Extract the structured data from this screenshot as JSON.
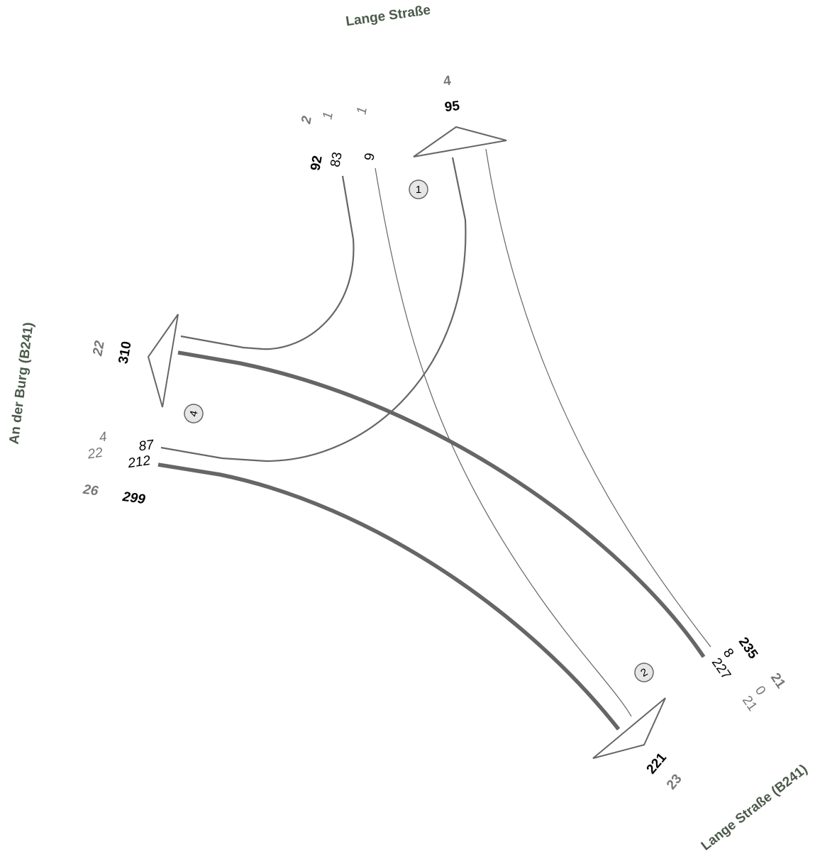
{
  "colors": {
    "street": "#4a5a4a",
    "line": "#666666",
    "text": "#000000",
    "secondary": "#777777",
    "node_fill": "#e6e6e6"
  },
  "streets": {
    "north": "Lange Straße",
    "west": "An der Burg (B241)",
    "southeast": "Lange Straße (B241)"
  },
  "nodes": [
    "1",
    "2",
    "4"
  ],
  "north_arm": {
    "in_heavy": "4",
    "in_total": "95",
    "out_total": "92",
    "out_heavy": "2",
    "to_west_volume": "83",
    "to_west_heavy": "1",
    "to_southeast_volume": "9",
    "to_southeast_heavy": "1"
  },
  "west_arm": {
    "in_heavy": "22",
    "in_total": "310",
    "to_north_volume": "87",
    "to_north_heavy": "4",
    "to_southeast_volume": "212",
    "to_southeast_heavy": "22",
    "out_heavy": "26",
    "out_total": "299"
  },
  "southeast_arm": {
    "in_total": "235",
    "in_heavy": "21",
    "to_north_volume": "8",
    "to_north_heavy": "0",
    "to_west_volume": "227",
    "to_west_heavy": "21",
    "out_total": "221",
    "out_heavy": "23"
  }
}
